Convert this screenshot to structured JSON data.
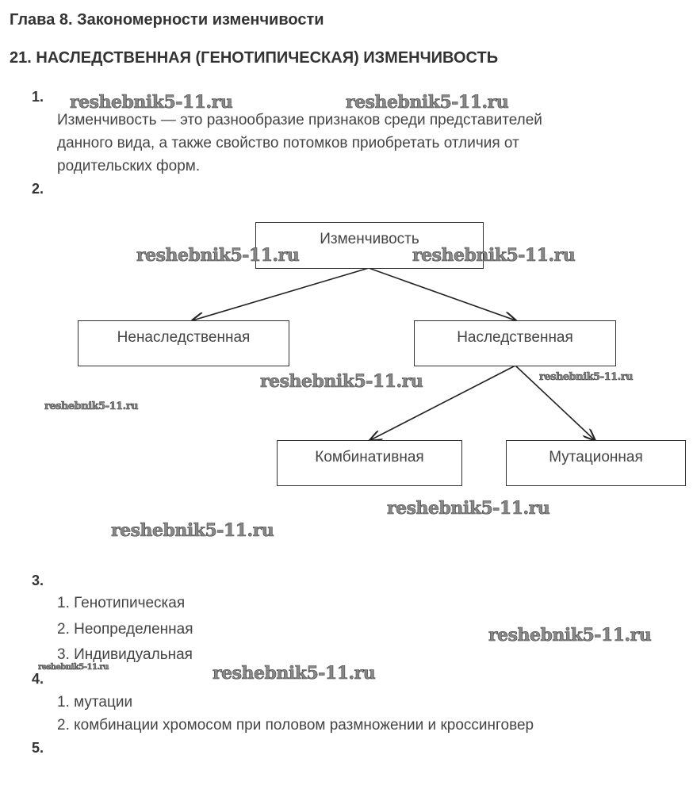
{
  "chapter_title": "Глава 8. Закономерности изменчивости",
  "section_title": "21. НАСЛЕДСТВЕННАЯ (ГЕНОТИПИЧЕСКАЯ) ИЗМЕНЧИВОСТЬ",
  "watermark": "reshebnik5-11.ru",
  "tasks": [
    {
      "number": "1.",
      "text_lines": [
        "Изменчивость — это разнообразие признаков среди представителей",
        "данного вида, а также свойство потомков приобретать отличия от",
        "родительских форм."
      ]
    },
    {
      "number": "2.",
      "diagram": {
        "root": "Изменчивость",
        "level1": [
          "Ненаследственная",
          "Наследственная"
        ],
        "level2": [
          "Комбинативная",
          "Мутационная"
        ]
      }
    },
    {
      "number": "3.",
      "items": [
        "1. Генотипическая",
        "2. Неопределенная",
        "3. Индивидуальная"
      ]
    },
    {
      "number": "4.",
      "items": [
        "1. мутации",
        "2. комбинации хромосом при половом размножении и кроссинговер"
      ]
    },
    {
      "number": "5."
    }
  ]
}
